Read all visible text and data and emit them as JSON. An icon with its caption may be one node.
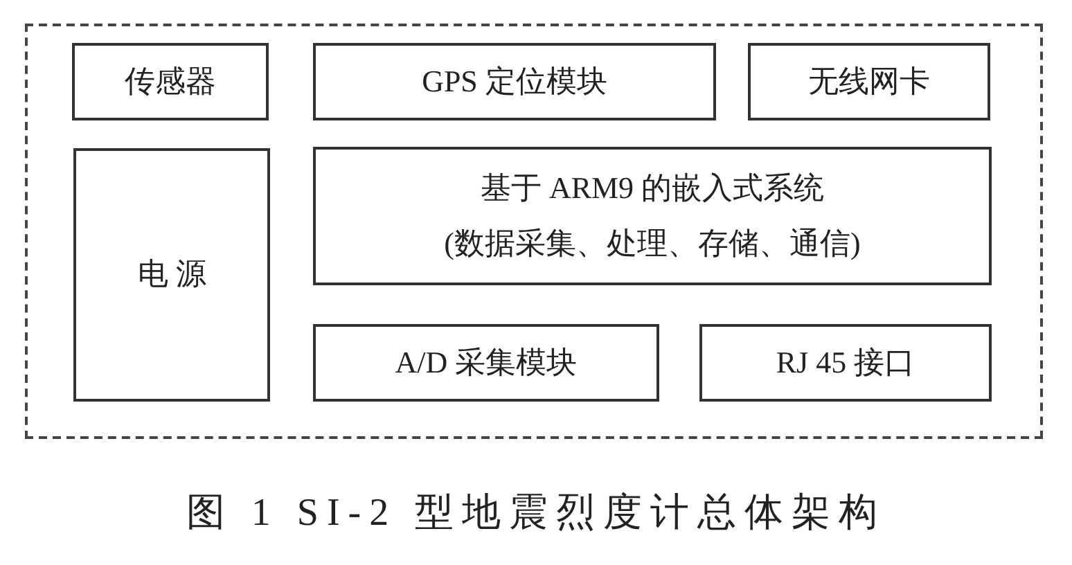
{
  "diagram": {
    "caption": "图 1 SI-2 型地震烈度计总体架构",
    "nodes": [
      {
        "text": [],
        "shape": "box"
      },
      {
        "text": [
          "传感器"
        ],
        "in": 0
      },
      {
        "text": [
          "GPS 定位模块"
        ],
        "in": 0
      },
      {
        "text": [
          "无线网卡"
        ],
        "in": 0
      },
      {
        "text": [
          "电 源"
        ],
        "in": 0
      },
      {
        "text": [
          "基于 ARM9 的嵌入式系统",
          "(数据采集、处理、存储、通信)"
        ],
        "in": 0
      },
      {
        "text": [
          "A/D 采集模块"
        ],
        "in": 0
      },
      {
        "text": [
          "RJ 45 接口"
        ],
        "in": 0
      }
    ]
  }
}
